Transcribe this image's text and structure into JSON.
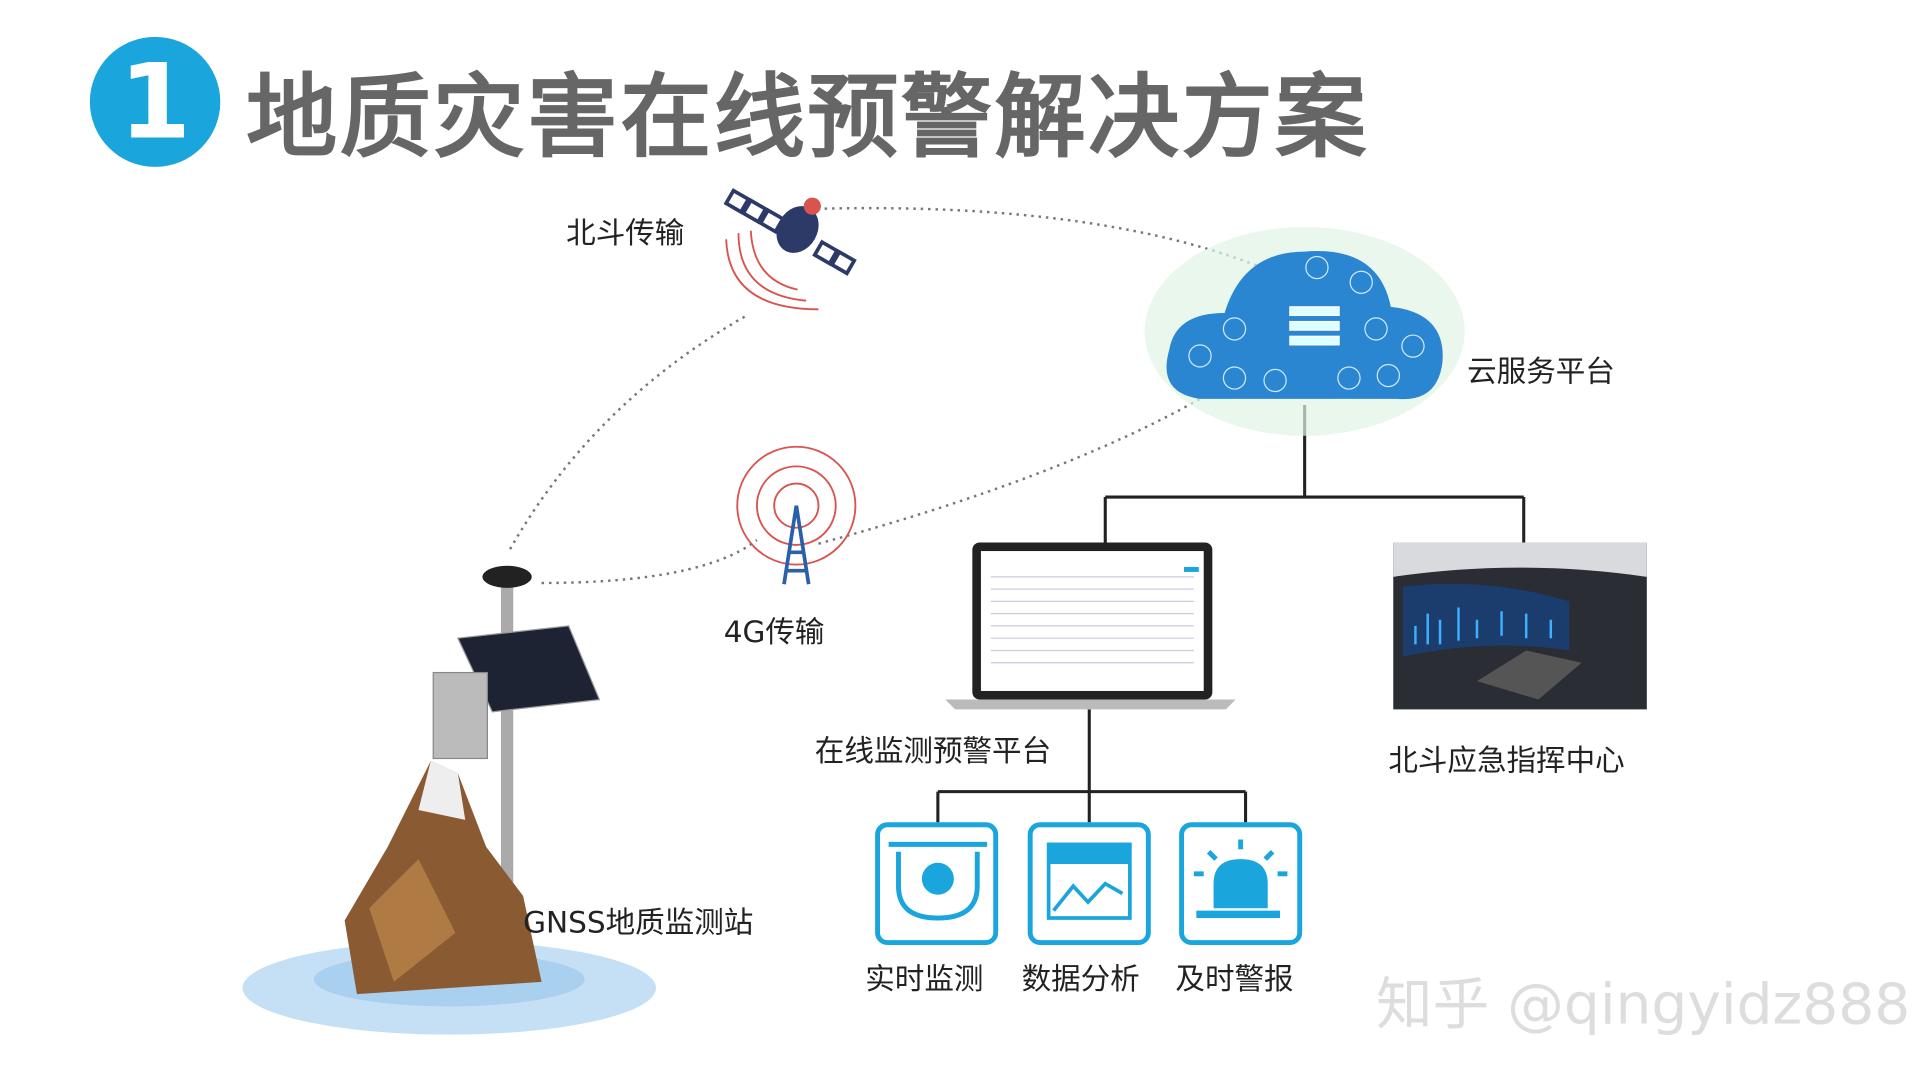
{
  "title": {
    "number": "1",
    "text": "地质灾害在线预警解决方案"
  },
  "labels": {
    "beidou": "北斗传输",
    "cloud": "云服务平台",
    "g4": "4G传输",
    "platform": "在线监测预警平台",
    "command": "北斗应急指挥中心",
    "station": "GNSS地质监测站"
  },
  "features": [
    {
      "label": "实时监测",
      "icon": "camera-icon"
    },
    {
      "label": "数据分析",
      "icon": "chart-icon"
    },
    {
      "label": "及时警报",
      "icon": "alarm-icon"
    }
  ],
  "watermark": "知乎 @qingyidz888",
  "colors": {
    "accent": "#1aa6dc",
    "signal": "#d9534f",
    "cloud": "#2a86d0"
  }
}
